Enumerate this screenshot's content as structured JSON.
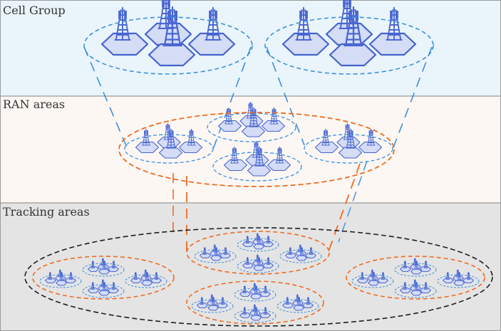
{
  "labels": {
    "cell_group": "Cell Group",
    "ran_areas": "RAN areas",
    "tracking_areas": "Tracking areas"
  },
  "colors": {
    "cell_group_band": "#eaf5fb",
    "ran_band": "#fcf7f3",
    "tracking_band": "#e4e4e4",
    "border": "#9a9a9a",
    "hex_fill": "#d4dcf6",
    "hex_stroke": "#4563cf",
    "tower": "#4a67d2",
    "blue_dashed": "#3d8fe0",
    "orange_dashed": "#ee6b22",
    "black_dashed": "#1e1e1e"
  },
  "icons": [
    "cell-tower-icon",
    "hexagonal-cell-icon"
  ]
}
